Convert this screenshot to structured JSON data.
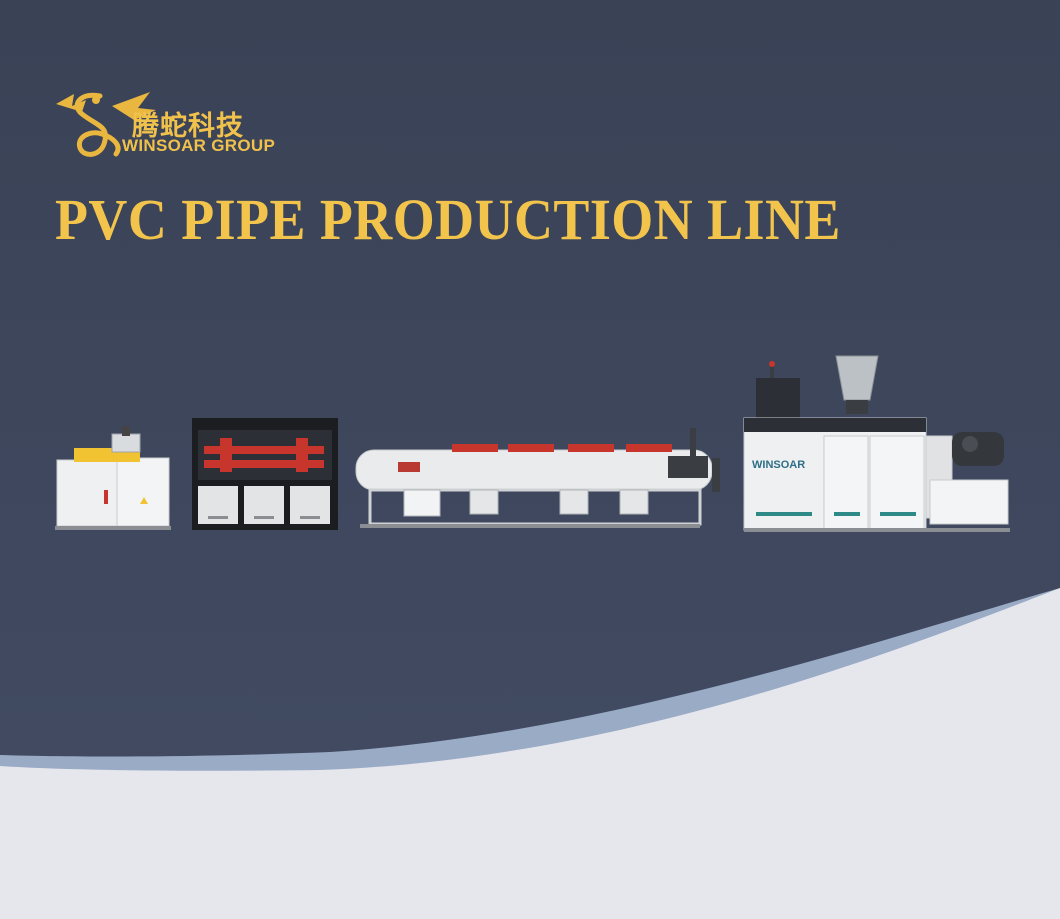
{
  "colors": {
    "background_top": "#3b4358",
    "background_bottom_curve": "#9aabc6",
    "background_floor": "#e6e7ec",
    "gold": "#f0c14b",
    "machine_white": "#eceeef",
    "machine_red": "#c8352c",
    "machine_teal": "#2e8a86"
  },
  "logo": {
    "chinese_text": "腾蛇科技",
    "english_text": "WINSOAR GROUP",
    "icon": "dragon-logo-icon"
  },
  "headline": {
    "text": "PVC PIPE PRODUCTION LINE"
  },
  "machines": {
    "extruder_brand_text": "WINSOAR"
  }
}
